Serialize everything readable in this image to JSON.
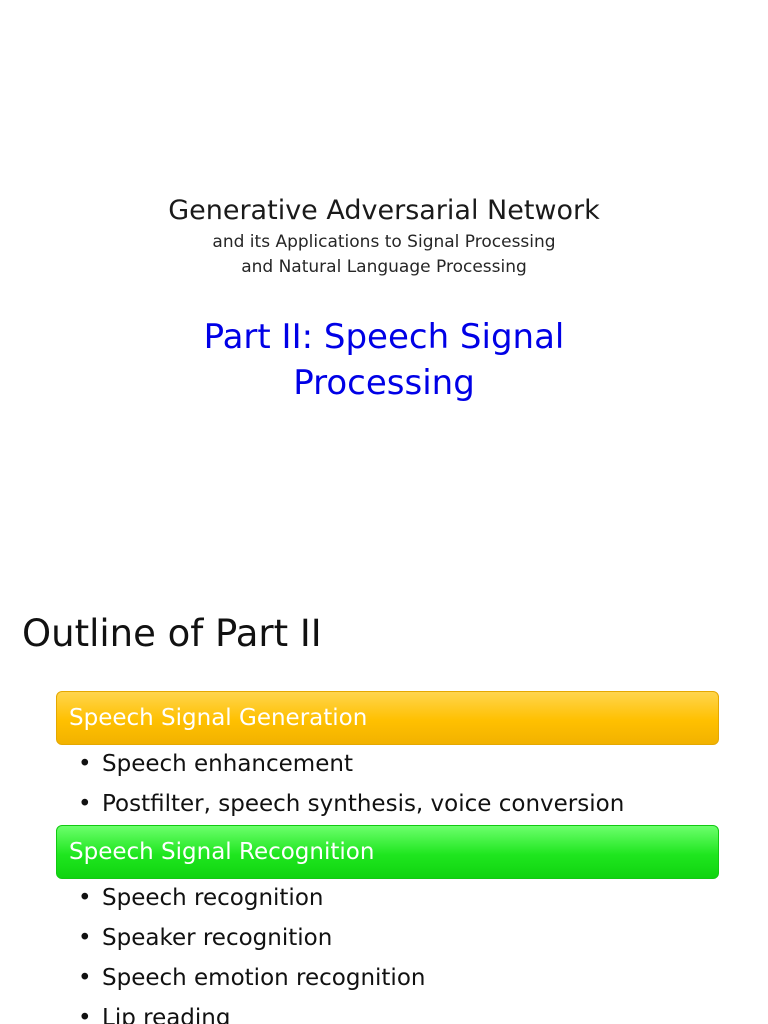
{
  "slide1": {
    "title": "Generative Adversarial Network",
    "subtitle_line1": "and its Applications to Signal Processing",
    "subtitle_line2": "and Natural Language Processing",
    "part_line1": "Part II: Speech Signal",
    "part_line2": "Processing"
  },
  "slide2": {
    "title": "Outline of Part II",
    "sections": [
      {
        "label": "Speech Signal Generation",
        "color": "#ffc000",
        "items": [
          "Speech enhancement",
          "Postfilter, speech synthesis, voice conversion"
        ]
      },
      {
        "label": "Speech Signal Recognition",
        "color": "#22e622",
        "items": [
          "Speech recognition",
          "Speaker recognition",
          "Speech emotion recognition",
          "Lip reading"
        ]
      }
    ],
    "bullet_char": "•"
  }
}
